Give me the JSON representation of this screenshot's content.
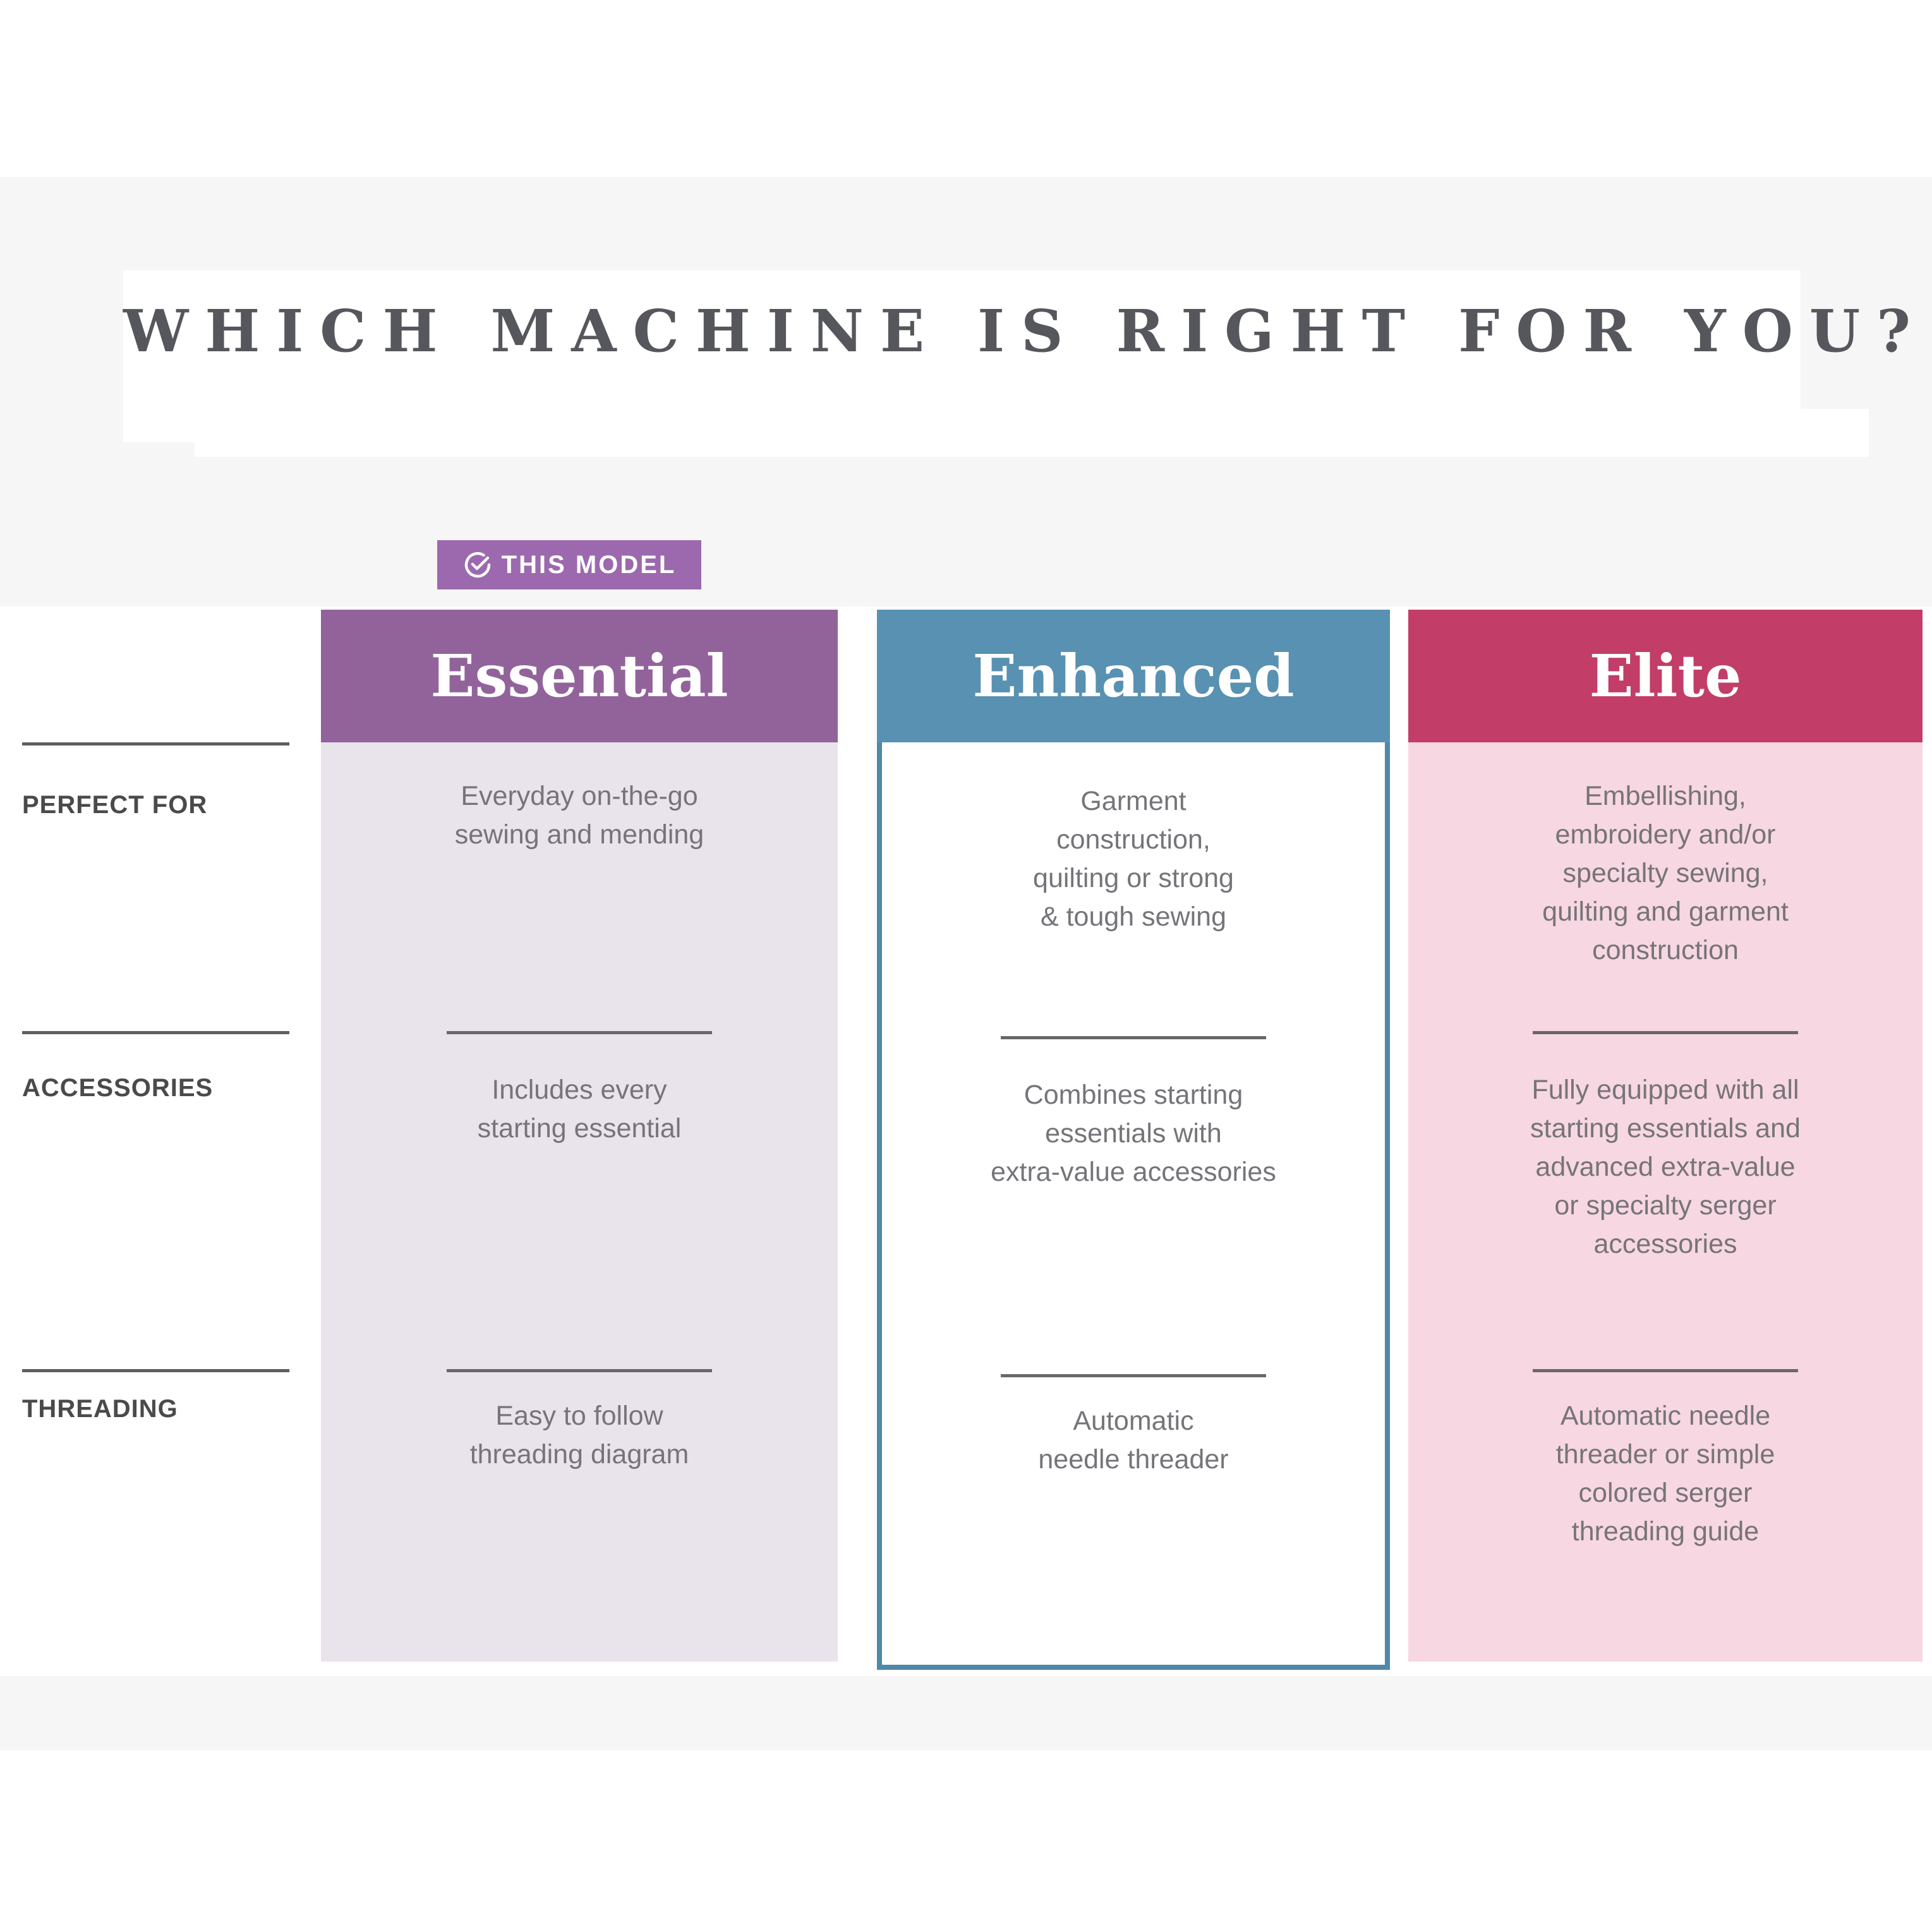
{
  "title": "WHICH MACHINE IS RIGHT FOR YOU?",
  "badge": {
    "label": "THIS MODEL",
    "icon": "check-circle-icon",
    "color": "#9c69ae"
  },
  "row_labels": {
    "perfect_for": "PERFECT FOR",
    "accessories": "ACCESSORIES",
    "threading": "THREADING"
  },
  "columns": [
    {
      "name": "Essential",
      "header_color": "#92639b",
      "body_color": "#e9e3ec",
      "rows": {
        "perfect_for": "Everyday on-the-go\nsewing and mending",
        "accessories": "Includes every\nstarting essential",
        "threading": "Easy to follow\nthreading diagram"
      }
    },
    {
      "name": "Enhanced",
      "header_color": "#5891b1",
      "body_color": "#ffffff",
      "border_color": "#4f88a9",
      "rows": {
        "perfect_for": "Garment\nconstruction,\nquilting or strong\n& tough sewing",
        "accessories": "Combines starting\nessentials with\nextra-value accessories",
        "threading": "Automatic\nneedle threader"
      }
    },
    {
      "name": "Elite",
      "header_color": "#c23d68",
      "body_color": "#f7d7e1",
      "rows": {
        "perfect_for": "Embellishing,\nembroidery and/or\nspecialty sewing,\nquilting and garment\nconstruction",
        "accessories": "Fully equipped with all\nstarting essentials and\nadvanced extra-value\nor specialty serger\naccessories",
        "threading": "Automatic needle\nthreader or simple\ncolored serger\nthreading guide"
      }
    }
  ],
  "colors": {
    "page_background": "#ffffff",
    "band_background": "#f7f6f7",
    "title_text": "#56575c",
    "label_text": "#4a4a4c",
    "body_text": "#767479",
    "divider": "#68686b"
  }
}
